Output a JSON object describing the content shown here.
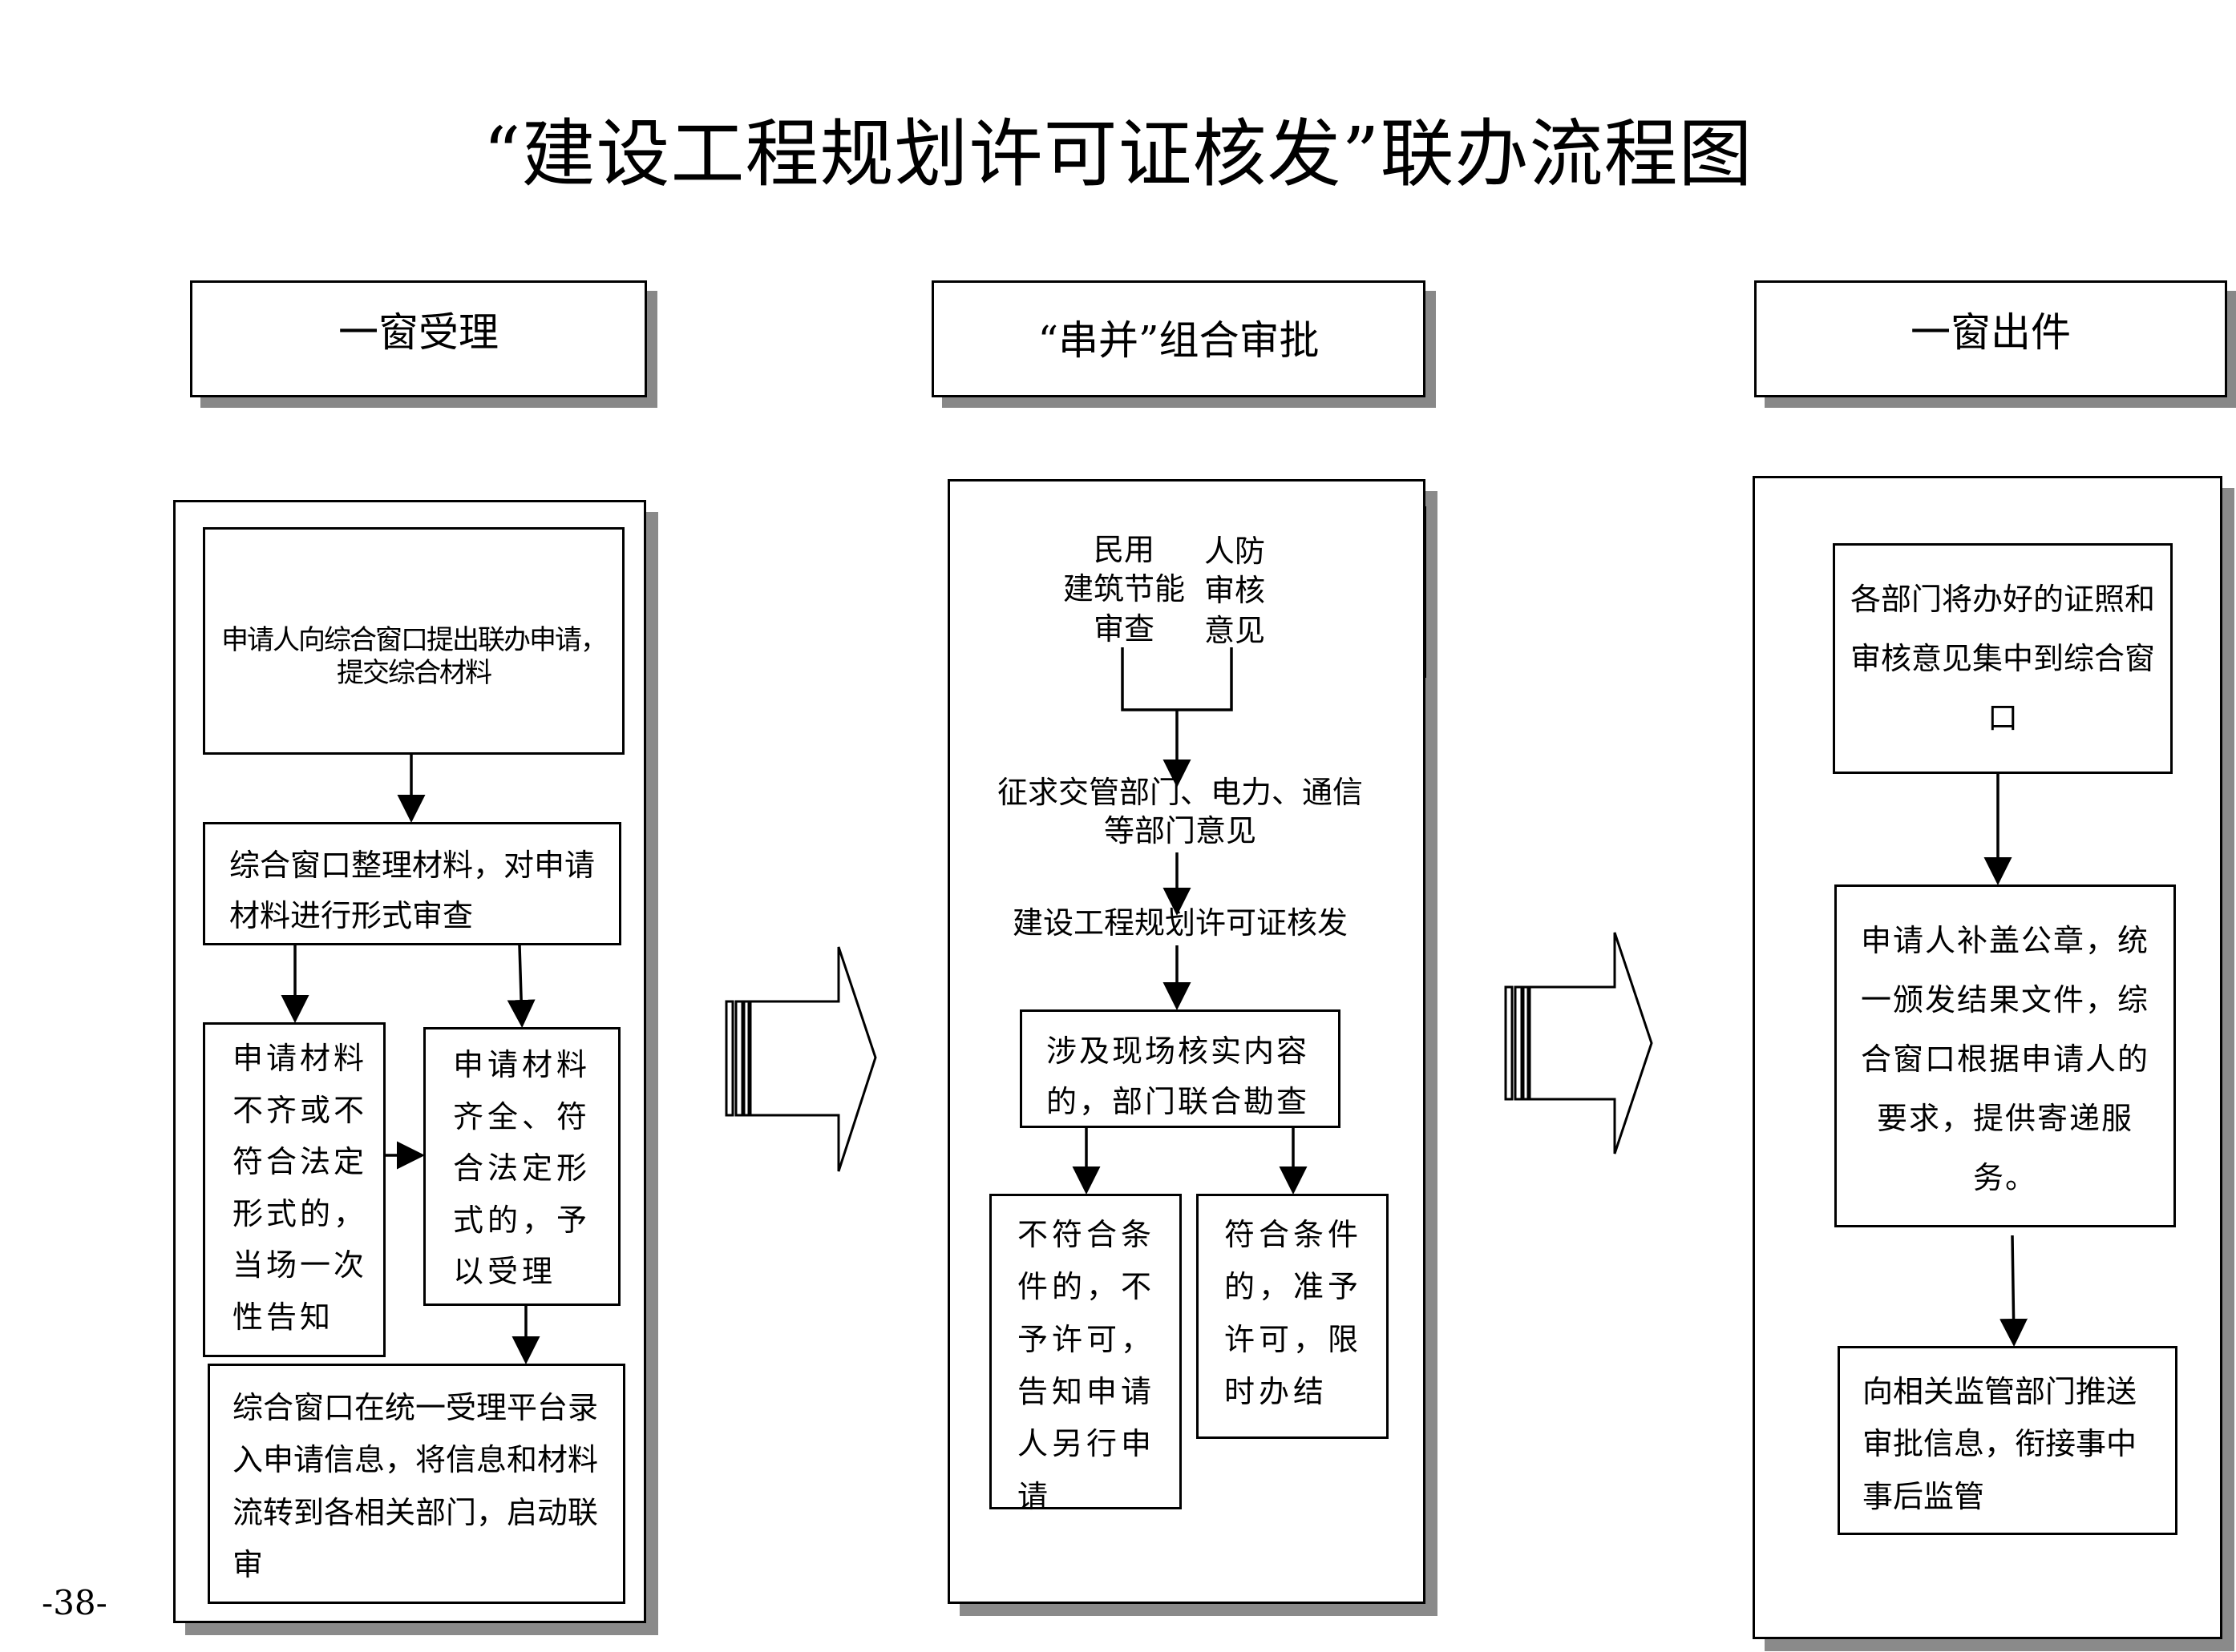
{
  "title": "“建设工程规划许可证核发”联办流程图",
  "page_number": "-38-",
  "headers": {
    "left": "一窗受理",
    "middle": "“串并”组合审批",
    "right": "一窗出件"
  },
  "left": {
    "apply": "申请人向综合窗口提出联办申请，提交综合材料",
    "review": "综合窗口整理材料，对申请材料进行形式审查",
    "incomplete": "申请材料不齐或不符合法定形式的，当场一次性告知",
    "complete": "申请材料齐全、符合法定形式的，予以受理",
    "register": "综合窗口在统一受理平台录入申请信息，将信息和材料流转到各相关部门，启动联审"
  },
  "middle": {
    "energy_lines": [
      "民用",
      "建筑节能",
      "审查"
    ],
    "civil_defense_lines": [
      "人防",
      "审核",
      "意见"
    ],
    "consult_lines": [
      "征求交管部门、电力、通信",
      "等部门意见"
    ],
    "permit": "建设工程规划许可证核发",
    "survey": "涉及现场核实内容的，部门联合勘查",
    "reject": "不符合条件的，不予许可，告知申请人另行申请",
    "approve": "符合条件的，准予许可，限时办结"
  },
  "right": {
    "collect": "各部门将办好的证照和审核意见集中到综合窗口",
    "issue": "申请人补盖公章，统一颁发结果文件，综合窗口根据申请人的要求，提供寄递服务。",
    "push": "向相关监管部门推送审批信息，衔接事中事后监管"
  }
}
